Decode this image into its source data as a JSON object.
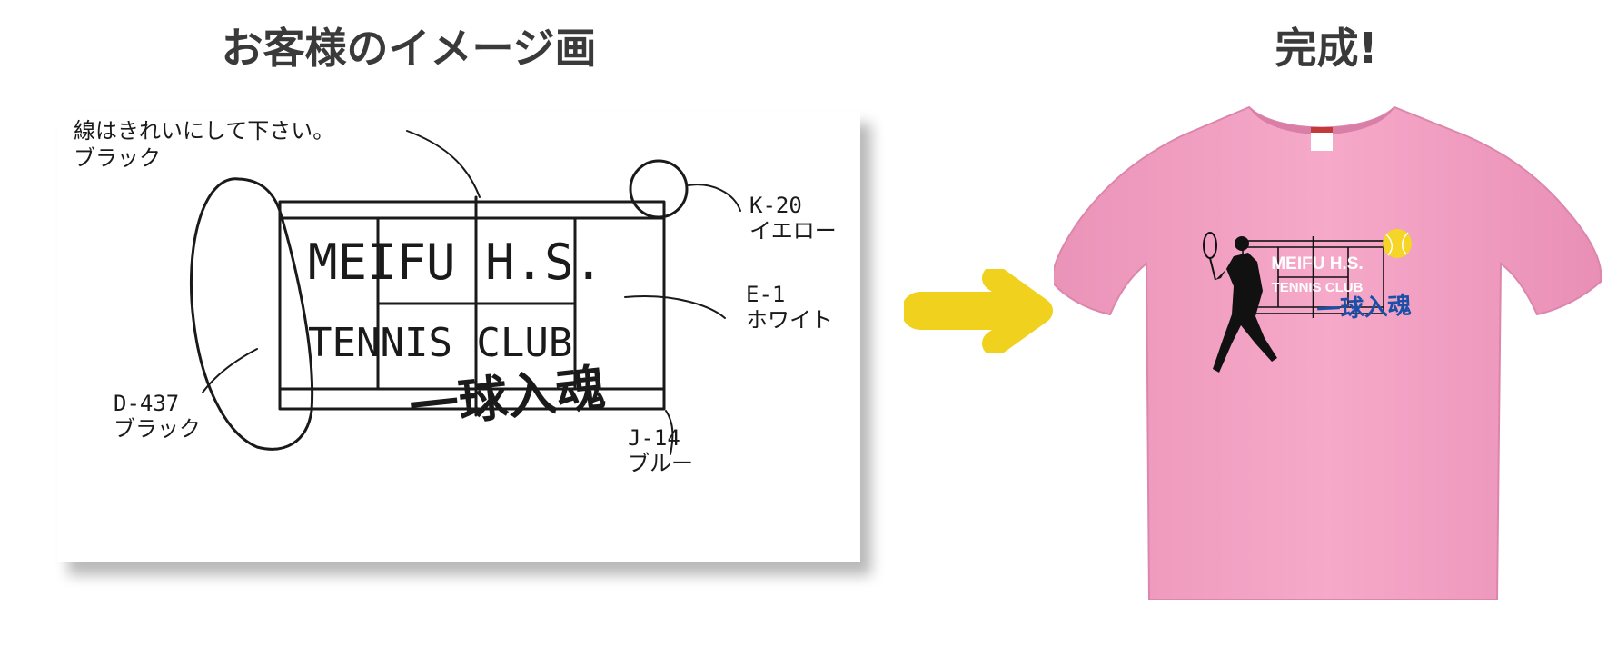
{
  "titles": {
    "left": "お客様のイメージ画",
    "right": "完成!"
  },
  "sketch": {
    "main_text_line1": "MEIFU H.S.",
    "main_text_line2": "TENNIS CLUB",
    "kanji_slogan": "一球入魂",
    "annotations": {
      "top_note_line1": "線はきれいにして下さい。",
      "top_note_line2": "ブラック",
      "ball_code": "K-20",
      "ball_color": "イエロー",
      "text_code": "E-1",
      "text_color": "ホワイト",
      "player_code": "D-437",
      "player_color": "ブラック",
      "slogan_code": "J-14",
      "slogan_color": "ブルー"
    }
  },
  "shirt": {
    "text_line1": "MEIFU H.S.",
    "text_line2": "TENNIS CLUB",
    "slogan": "一球入魂",
    "colors": {
      "shirt": "#f4a1c4",
      "slogan": "#1a4fa8",
      "ball": "#f4d528",
      "player": "#111111"
    }
  },
  "arrow": {
    "color": "#f0d21e"
  }
}
